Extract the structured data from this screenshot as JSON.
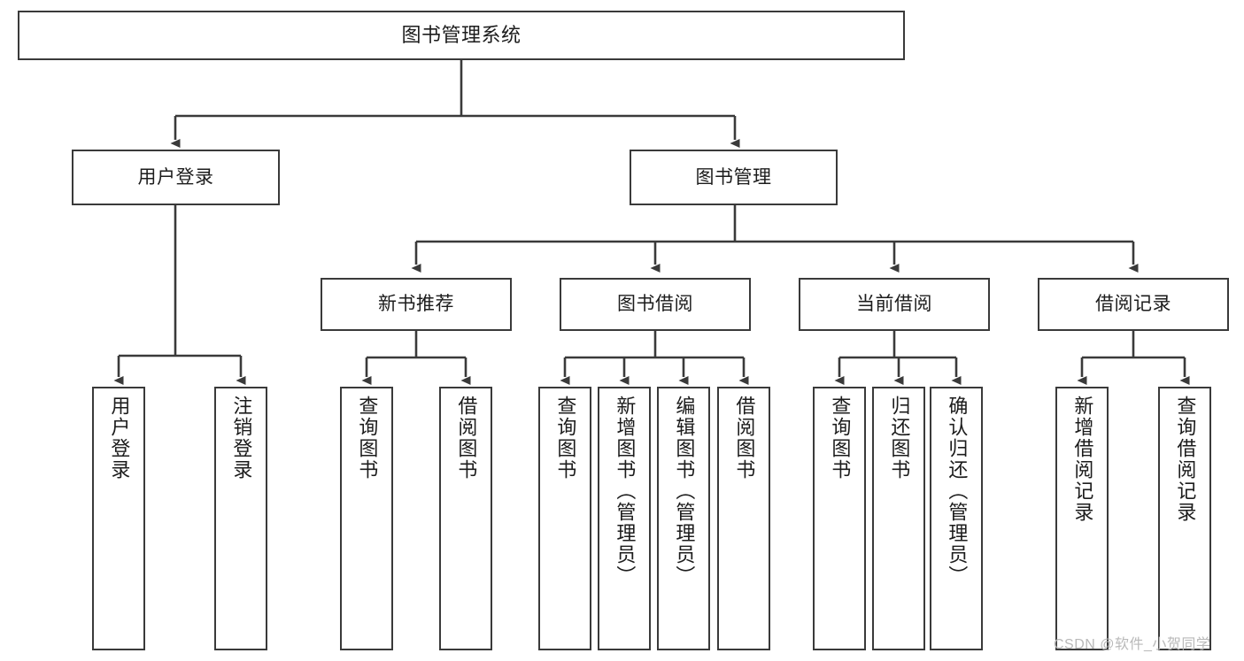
{
  "diagram": {
    "title": "图书管理系统",
    "type": "tree",
    "colors": {
      "stroke": "#3a3a3a",
      "fill": "#ffffff",
      "text": "#1c1c1c",
      "watermark": "#b9b9b9"
    },
    "nodes": {
      "root": {
        "label": "图书管理系统"
      },
      "level2": [
        {
          "label": "用户登录"
        },
        {
          "label": "图书管理"
        }
      ],
      "level3": [
        {
          "label": "新书推荐"
        },
        {
          "label": "图书借阅"
        },
        {
          "label": "当前借阅"
        },
        {
          "label": "借阅记录"
        }
      ],
      "leaves": {
        "user_login": [
          {
            "label": "用户登录"
          },
          {
            "label": "注销登录"
          }
        ],
        "new_book_recommend": [
          {
            "label": "查询图书"
          },
          {
            "label": "借阅图书"
          }
        ],
        "book_borrow": [
          {
            "label": "查询图书"
          },
          {
            "label": "新增图书（管理员）"
          },
          {
            "label": "编辑图书（管理员）"
          },
          {
            "label": "借阅图书"
          }
        ],
        "current_borrow": [
          {
            "label": "查询图书"
          },
          {
            "label": "归还图书"
          },
          {
            "label": "确认归还（管理员）"
          }
        ],
        "borrow_record": [
          {
            "label": "新增借阅记录"
          },
          {
            "label": "查询借阅记录"
          }
        ]
      }
    }
  },
  "watermark": {
    "text": "CSDN @软件_小贺同学"
  }
}
